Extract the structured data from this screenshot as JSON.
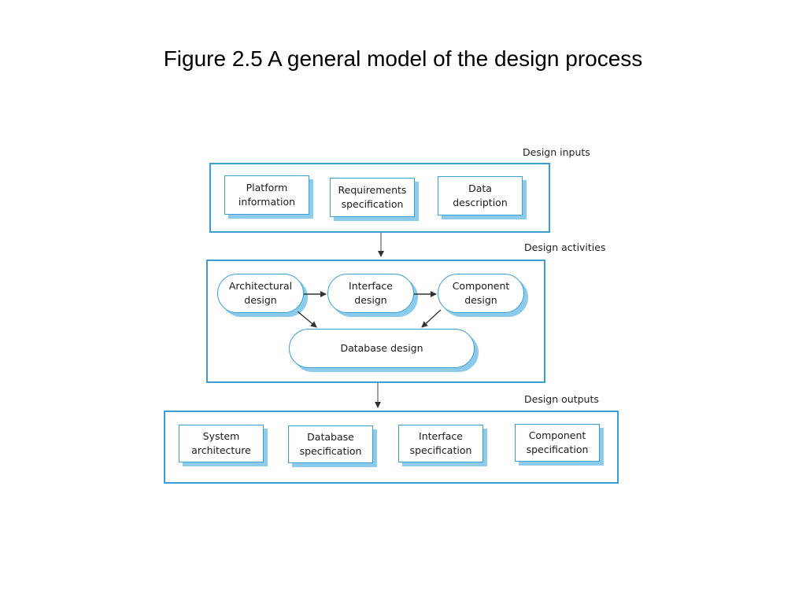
{
  "title": "Figure 2.5 A general model of the design process",
  "diagram": {
    "inputs": {
      "label": "Design inputs",
      "items": [
        "Platform\ninformation",
        "Requirements\nspecification",
        "Data\ndescription"
      ]
    },
    "activities": {
      "label": "Design activities",
      "items": [
        "Architectural\ndesign",
        "Interface\ndesign",
        "Component\ndesign"
      ],
      "database": "Database design"
    },
    "outputs": {
      "label": "Design outputs",
      "items": [
        "System\narchitecture",
        "Database\nspecification",
        "Interface\nspecification",
        "Component\nspecification"
      ]
    }
  },
  "colors": {
    "border": "#3b9fd3",
    "shadow": "#8ccbeb",
    "arrow": "#333333"
  }
}
